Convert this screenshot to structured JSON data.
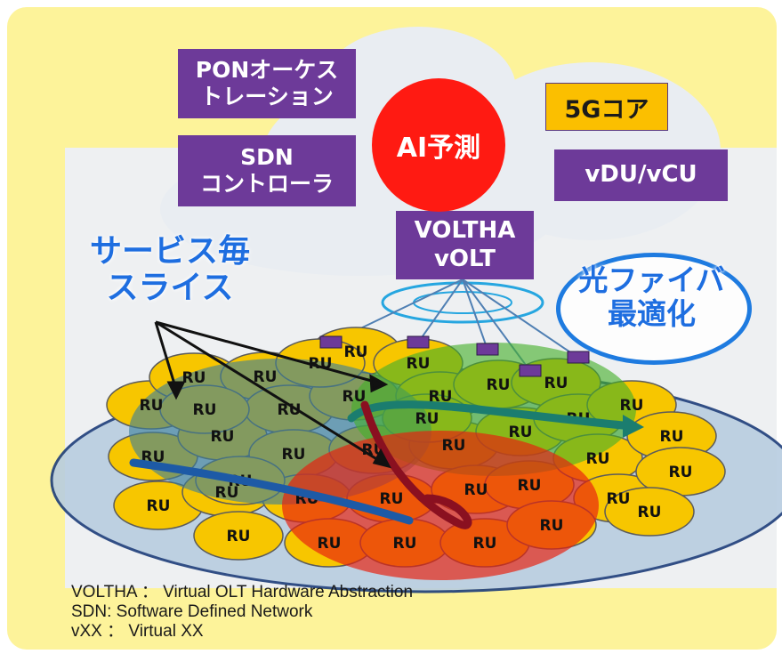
{
  "boxes": {
    "pon_orchestration": "PONオーケス\nトレーション",
    "sdn_controller": "SDN\nコントローラ",
    "voltha": "VOLTHA\nvOLT",
    "core_5g": "5Gコア",
    "vdu_vcu": "vDU/vCU"
  },
  "ai_prediction": "AI予測",
  "service_slice": "サービス毎\nスライス",
  "fiber_optimization": "光ファイバ\n最適化",
  "ru_label": "RU",
  "footnotes": [
    "VOLTHA ： Virtual OLT Hardware Abstraction",
    "SDN: Software Defined Network",
    "vXX ： Virtual XX"
  ],
  "colors": {
    "background": "#fdf39a",
    "purple_box": "#6d3a99",
    "orange_box": "#fbbf00",
    "ai_red": "#ff1a12",
    "ru_cell": "#f7c600",
    "slice_blue": "#3c7f9a",
    "slice_green": "#43b02a",
    "slice_red": "#e8200f",
    "text_blue": "#1e6ee0"
  }
}
